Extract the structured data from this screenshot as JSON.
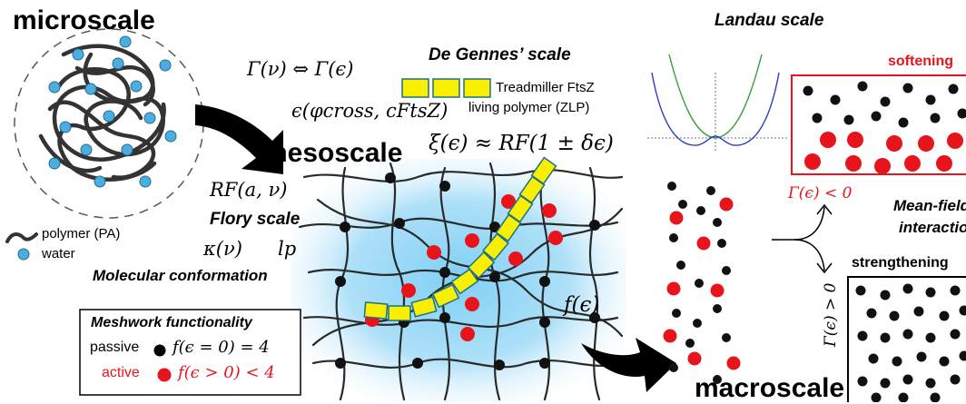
{
  "scales": {
    "microscale": "microscale",
    "mesoscale": "mesoscale",
    "macroscale": "macroscale",
    "landau": "Landau scale",
    "de_gennes": "De Gennes’ scale",
    "flory": "Flory scale",
    "molecular_conformation": "Molecular conformation"
  },
  "equations": {
    "gamma_equiv": "Γ(ν) ⇔ Γ(ϵ)",
    "epsilon_def": "ϵ(φcross, cFtsZ)",
    "xi_def": "ξ(ϵ) ≈ RF(1 ± δϵ)",
    "flory_radius": "RF(a, ν)",
    "kappa": "κ(ν)",
    "lp": "lp",
    "f_eps": "f(ϵ)",
    "gamma_neg": "Γ(ϵ) < 0",
    "gamma_pos": "Γ(ϵ) > 0"
  },
  "legend": {
    "polymer": "polymer (PA)",
    "water": "water",
    "treadmiller_line1": "Treadmiller FtsZ",
    "treadmiller_line2": "living polymer (ZLP)"
  },
  "functionality": {
    "title": "Meshwork functionality",
    "passive_label": "passive",
    "passive_eq": "f(ϵ = 0) = 4",
    "active_label": "active",
    "active_eq": "f(ϵ > 0) < 4"
  },
  "interaction": {
    "mean_field_line1": "Mean-field",
    "mean_field_line2": "interaction",
    "softening": "softening",
    "strengthening": "strengthening"
  },
  "colors": {
    "red": "#e8141b",
    "black": "#000000",
    "water_blue": "#4aaee0",
    "zlp_yellow": "#f8f000",
    "zlp_border": "#1f6f86",
    "well_green": "#3a9a3a",
    "well_blue": "#2b3fc4"
  }
}
